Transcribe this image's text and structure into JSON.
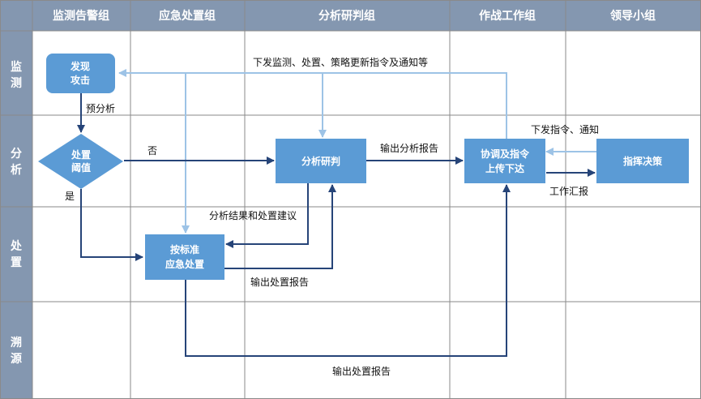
{
  "colors": {
    "header_bg": "#8497B0",
    "node_fill": "#5B9BD5",
    "dark_arrow": "#264478",
    "light_arrow": "#9DC3E6",
    "grid": "#8a8a8a"
  },
  "columns": [
    "监测告警组",
    "应急处置组",
    "分析研判组",
    "作战工作组",
    "领导小组"
  ],
  "rows": [
    [
      "监",
      "测"
    ],
    [
      "分",
      "析"
    ],
    [
      "处",
      "置"
    ],
    [
      "溯",
      "源"
    ]
  ],
  "nodes": {
    "discover_attack": [
      "发现",
      "攻击"
    ],
    "threshold": [
      "处置",
      "阈值"
    ],
    "analysis": [
      "分析研判"
    ],
    "standard_response": [
      "按标准",
      "应急处置"
    ],
    "coordinate": [
      "协调及指令",
      "上传下达"
    ],
    "command": [
      "指挥决策"
    ]
  },
  "labels": {
    "top_broadcast": "下发监测、处置、策略更新指令及通知等",
    "pre_analysis": "预分析",
    "no": "否",
    "yes": "是",
    "output_analysis_report": "输出分析报告",
    "issue_commands": "下发指令、通知",
    "work_report": "工作汇报",
    "analysis_result": "分析结果和处置建议",
    "output_response_report_1": "输出处置报告",
    "output_response_report_2": "输出处置报告"
  }
}
